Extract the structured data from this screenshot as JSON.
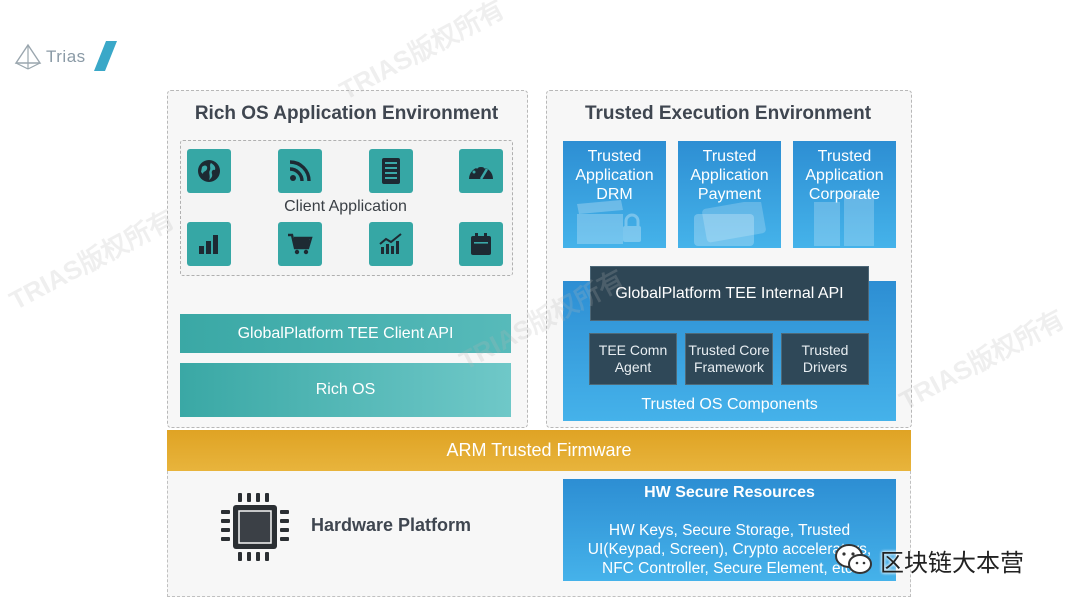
{
  "logo": {
    "text": "Trias"
  },
  "watermark": "TRIAS版权所有",
  "rich": {
    "title": "Rich OS Application Environment",
    "client_app_label": "Client Application",
    "icons": [
      "globe-icon",
      "rss-icon",
      "document-icon",
      "speedometer-icon",
      "bar-chart-icon",
      "cart-icon",
      "trend-chart-icon",
      "calendar-icon"
    ],
    "client_api": "GlobalPlatform TEE Client API",
    "rich_os": "Rich OS"
  },
  "tee": {
    "title": "Trusted Execution Environment",
    "apps": [
      {
        "l1": "Trusted",
        "l2": "Application",
        "l3": "DRM"
      },
      {
        "l1": "Trusted",
        "l2": "Application",
        "l3": "Payment"
      },
      {
        "l1": "Trusted",
        "l2": "Application",
        "l3": "Corporate"
      }
    ],
    "internal_api": "GlobalPlatform TEE Internal API",
    "components": [
      {
        "l1": "TEE Comn",
        "l2": "Agent"
      },
      {
        "l1": "Trusted Core",
        "l2": "Framework"
      },
      {
        "l1": "Trusted",
        "l2": "Drivers"
      }
    ],
    "os_components": "Trusted OS Components"
  },
  "firmware": "ARM Trusted Firmware",
  "hardware": {
    "label": "Hardware Platform",
    "secure_title": "HW Secure Resources",
    "secure_text_1": "HW Keys, Secure Storage, Trusted",
    "secure_text_2": "UI(Keypad, Screen), Crypto accelerators,",
    "secure_text_3": "NFC Controller, Secure Element, etc."
  },
  "wechat": {
    "text": "区块链大本营"
  },
  "colors": {
    "teal": "#3aa8a8",
    "blue": "#2e8fd2",
    "gold": "#e2a72c",
    "dark": "#2e4655"
  }
}
